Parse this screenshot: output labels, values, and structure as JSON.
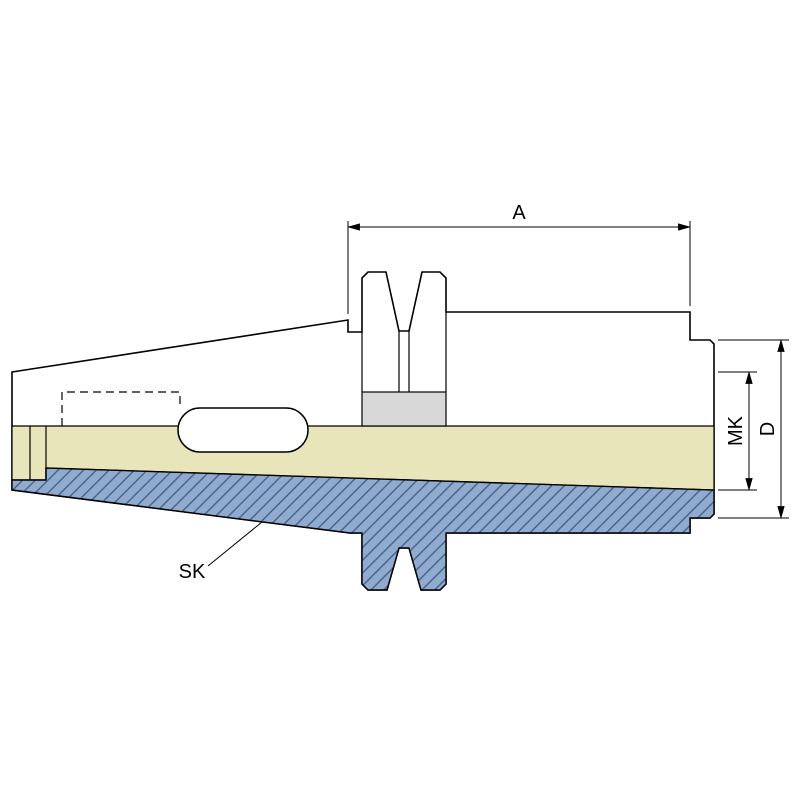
{
  "drawing": {
    "labels": {
      "dim_a": "A",
      "dim_mk": "MK",
      "dim_d": "D",
      "leader_sk": "SK"
    },
    "colors": {
      "background": "#ffffff",
      "outline": "#000000",
      "steel_section": "#91abce",
      "hatch_line": "#3c5c86",
      "bore": "#e9e5ba",
      "groove_face": "#d8d8d8"
    }
  }
}
